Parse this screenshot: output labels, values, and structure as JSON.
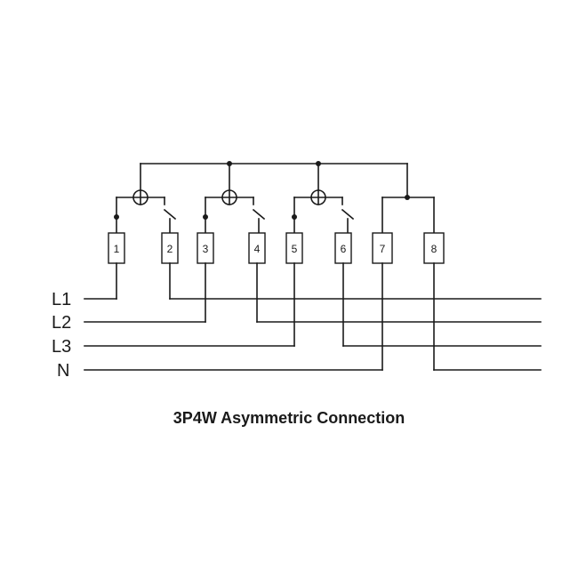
{
  "title": "3P4W Asymmetric Connection",
  "line_labels": [
    "L1",
    "L2",
    "L3",
    "N"
  ],
  "terminals": [
    "1",
    "2",
    "3",
    "4",
    "5",
    "6",
    "7",
    "8"
  ],
  "colors": {
    "ink": "#1a1a1a",
    "background": "#ffffff"
  }
}
